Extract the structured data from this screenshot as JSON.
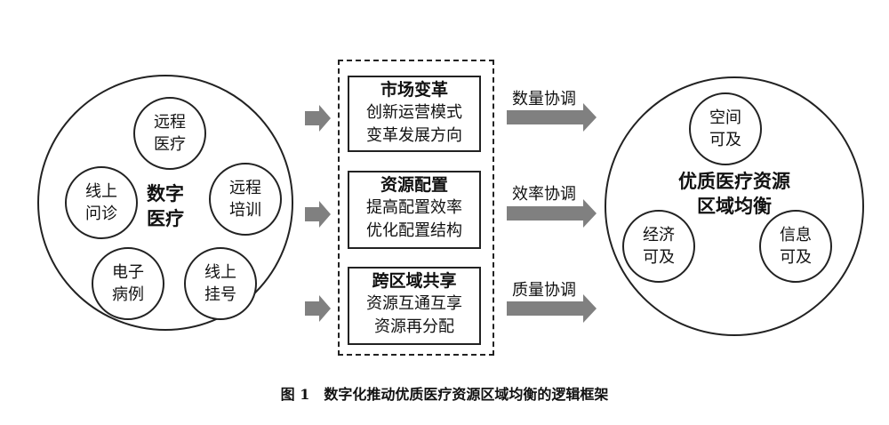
{
  "left_circle": {
    "title_line1": "数字",
    "title_line2": "医疗",
    "items": [
      {
        "l1": "远程",
        "l2": "医疗"
      },
      {
        "l1": "线上",
        "l2": "问诊"
      },
      {
        "l1": "远程",
        "l2": "培训"
      },
      {
        "l1": "电子",
        "l2": "病例"
      },
      {
        "l1": "线上",
        "l2": "挂号"
      }
    ]
  },
  "boxes": [
    {
      "head": "市场变革",
      "l1": "创新运营模式",
      "l2": "变革发展方向"
    },
    {
      "head": "资源配置",
      "l1": "提高配置效率",
      "l2": "优化配置结构"
    },
    {
      "head": "跨区域共享",
      "l1": "资源互通互享",
      "l2": "资源再分配"
    }
  ],
  "arrow_labels": [
    "数量协调",
    "效率协调",
    "质量协调"
  ],
  "right_circle": {
    "title_line1": "优质医疗资源",
    "title_line2": "区域均衡",
    "items": [
      {
        "l1": "空间",
        "l2": "可及"
      },
      {
        "l1": "经济",
        "l2": "可及"
      },
      {
        "l1": "信息",
        "l2": "可及"
      }
    ]
  },
  "caption": {
    "fig": "图 1",
    "text": "数字化推动优质医疗资源区域均衡的逻辑框架"
  },
  "colors": {
    "arrow": "#808080",
    "stroke": "#222222"
  }
}
